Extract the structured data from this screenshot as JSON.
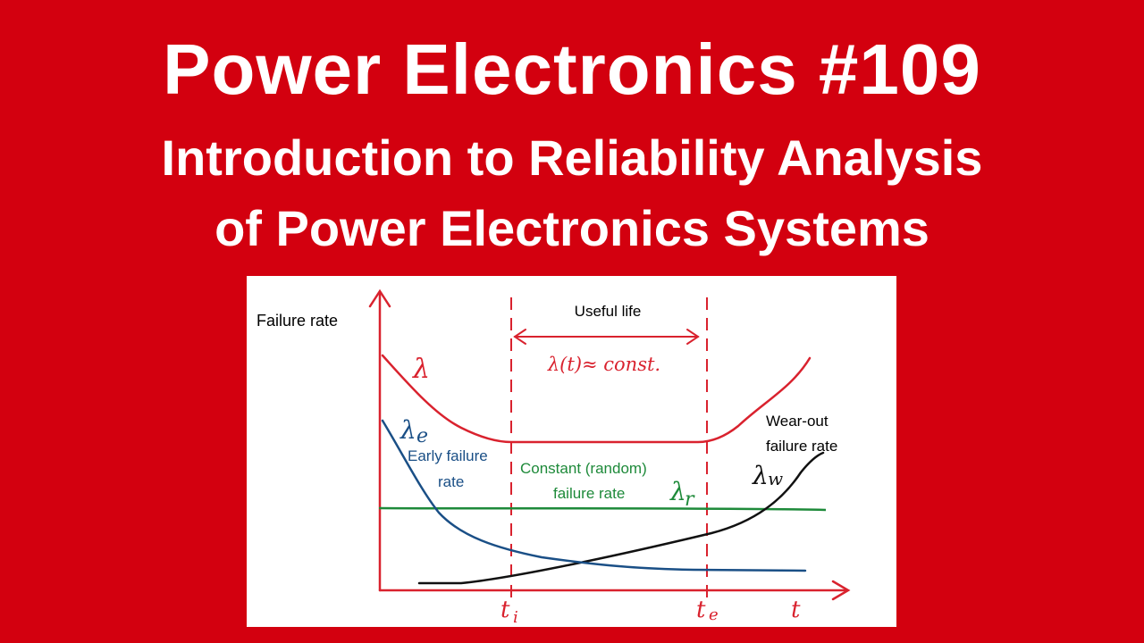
{
  "header": {
    "line1": "Power Electronics #109",
    "line2": "Introduction to Reliability Analysis",
    "line3": "of Power Electronics Systems"
  },
  "diagram": {
    "y_axis_label": "Failure rate",
    "x_axis_label": "t",
    "t_i_label": "t",
    "t_i_sub": "i",
    "t_e_label": "t",
    "t_e_sub": "e",
    "useful_life_label": "Useful life",
    "const_label": "λ(t)≈ const.",
    "lambda_label": "λ",
    "lambda_e_label": "λ",
    "lambda_e_sub": "e",
    "early_label_1": "Early failure",
    "early_label_2": "rate",
    "constant_label_1": "Constant (random)",
    "constant_label_2": "failure rate",
    "lambda_r_label": "λ",
    "lambda_r_sub": "r",
    "wear_label_1": "Wear-out",
    "wear_label_2": "failure rate",
    "lambda_w_label": "λ",
    "lambda_w_sub": "w",
    "colors": {
      "background": "#d3000f",
      "total_curve": "#d9222e",
      "early_curve": "#1a4f86",
      "random_curve": "#1e8a3a",
      "wearout_curve": "#111111",
      "axes": "#d9222e"
    }
  }
}
